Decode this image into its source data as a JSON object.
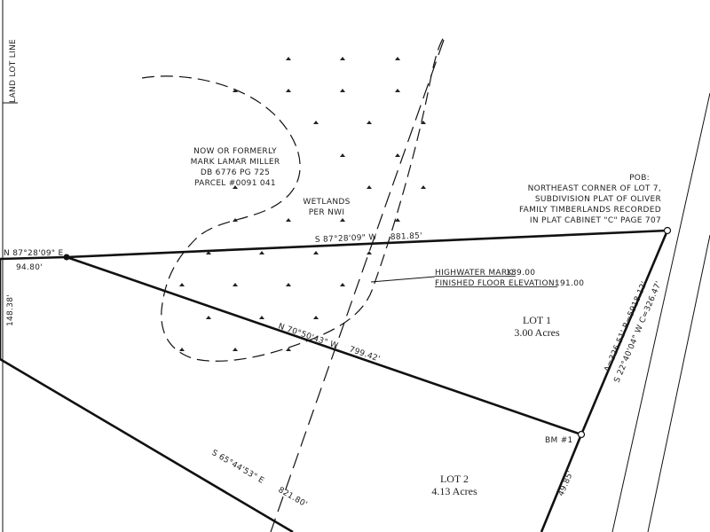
{
  "land_lot_line_label": "LAND LOT LINE",
  "owner_note": {
    "line1": "NOW OR FORMERLY",
    "line2": "MARK LAMAR MILLER",
    "line3": "DB 6776 PG 725",
    "line4": "PARCEL #0091 041"
  },
  "wetlands": {
    "line1": "WETLANDS",
    "line2": "PER NWI"
  },
  "pob": {
    "line1": "POB:",
    "line2": "NORTHEAST CORNER OF LOT 7,",
    "line3": "SUBDIVISION PLAT OF OLIVER",
    "line4": "FAMILY TIMBERLANDS RECORDED",
    "line5": "IN PLAT CABINET \"C\" PAGE 707"
  },
  "bearings": {
    "north_line_bearing": "S 87°28'09\" W",
    "north_line_distance": "881.85'",
    "west_short_bearing": "N 87°28'09\" E",
    "west_short_distance": "94.80'",
    "diagonal_bearing": "N 70°50'43\" W",
    "diagonal_distance": "799.42'",
    "west_side_distance": "148.38'",
    "lot2_bearing": "S 65°44'53\" E",
    "lot2_distance": "821.80'",
    "curve_line1": "A=326.51' R=5918.12'",
    "curve_line2": "S 22°40'04\" W C=326.47'",
    "lower_curve_distance": "49.85'"
  },
  "elevations": {
    "highwater_label": "HIGHWATER MARK:",
    "highwater_value": "189.00",
    "ffe_label": "FINISHED FLOOR ELEVATION:",
    "ffe_value": "191.00"
  },
  "lot1": {
    "name": "LOT 1",
    "area": "3.00 Acres"
  },
  "lot2": {
    "name": "LOT 2",
    "area": "4.13 Acres"
  },
  "benchmark": "BM #1"
}
